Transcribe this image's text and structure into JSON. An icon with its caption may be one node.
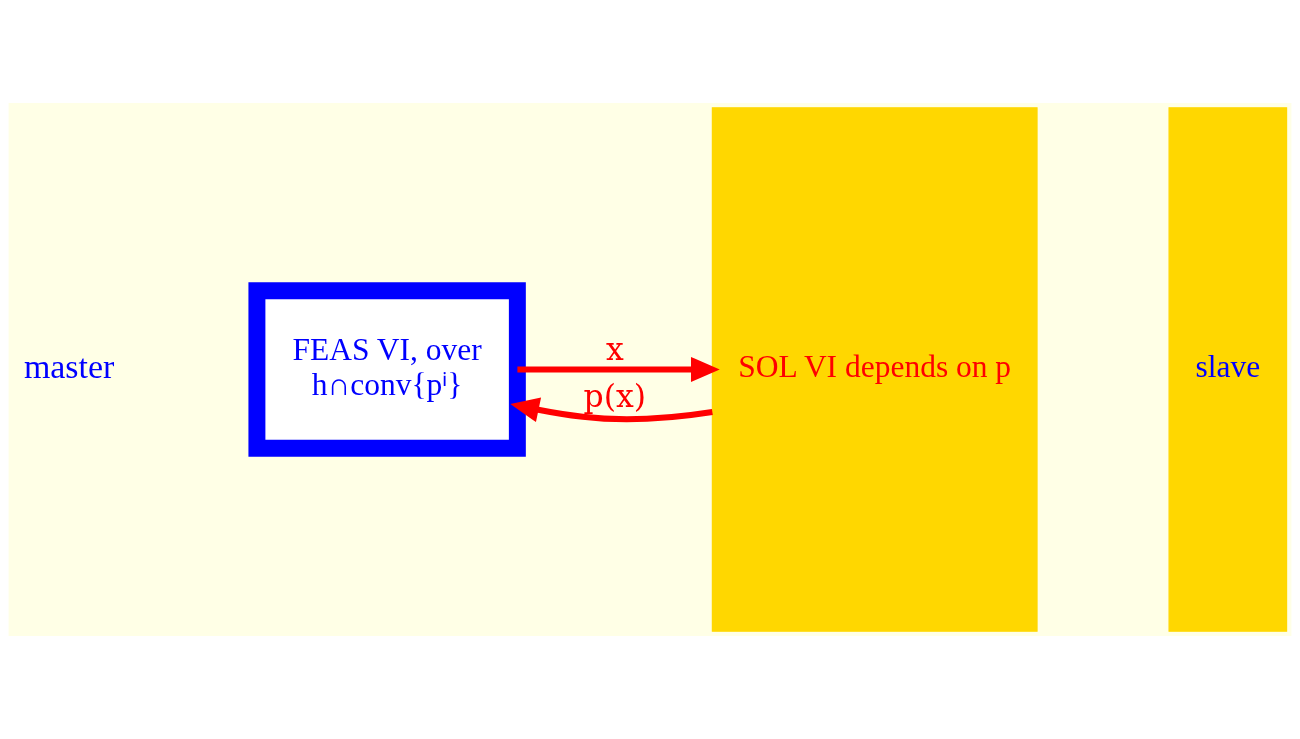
{
  "diagram": {
    "nodes": [
      {
        "text": [
          "FEAS VI, over",
          "h∩conv{pⁱ}"
        ]
      },
      {
        "text": [
          "SOL VI depends on p"
        ]
      },
      {
        "text": [
          "slave"
        ]
      }
    ],
    "edges": [
      {
        "from": 0,
        "to": 1,
        "arrow": "to",
        "label": "x"
      },
      {
        "from": 1,
        "to": 0,
        "arrow": "to",
        "label": "p(x)"
      }
    ],
    "labels": [
      "master"
    ]
  }
}
